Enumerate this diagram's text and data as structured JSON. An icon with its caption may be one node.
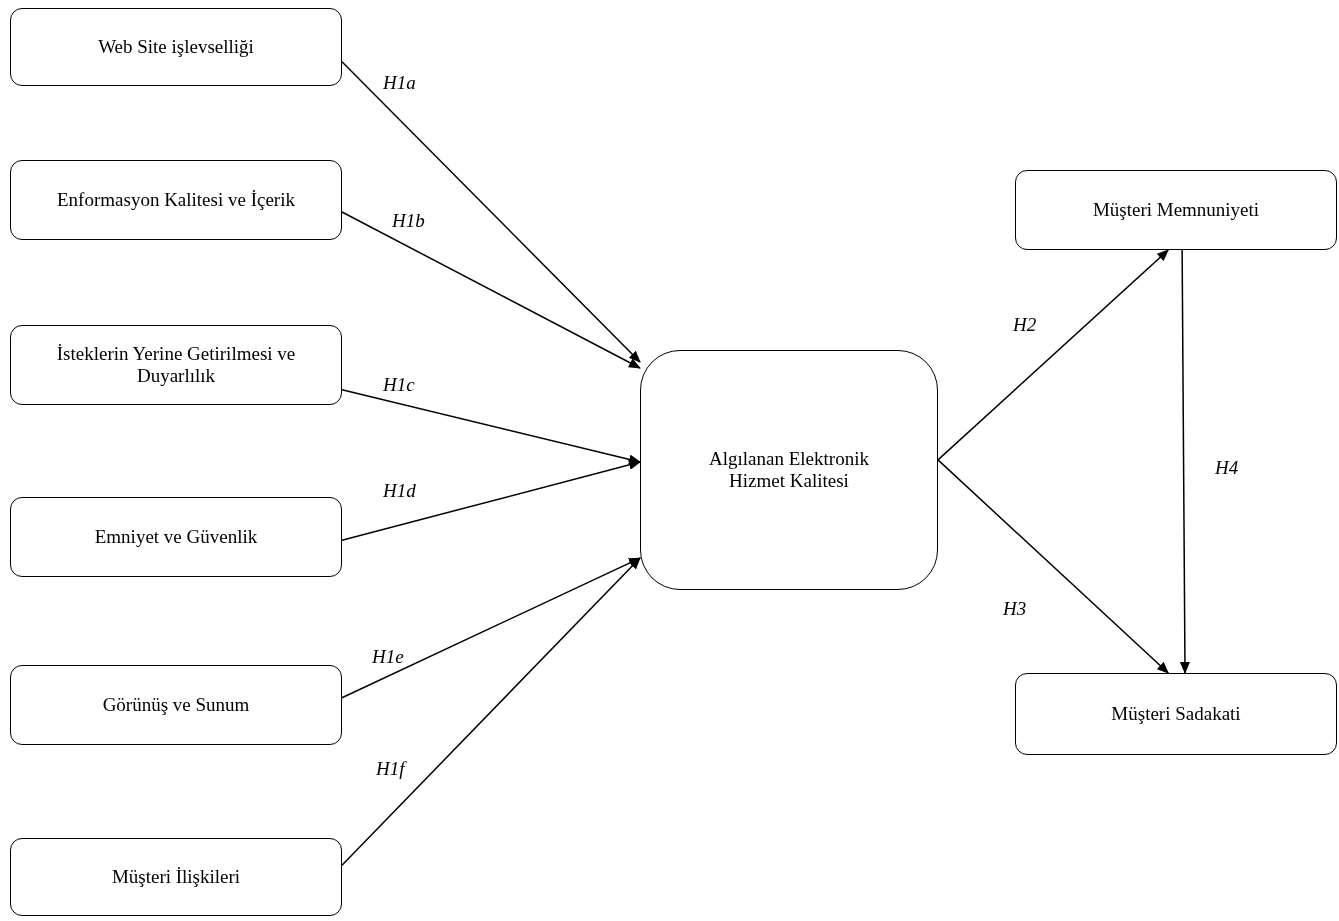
{
  "diagram": {
    "nodes": [
      {
        "text": [
          "Web Site işlevselliği"
        ]
      },
      {
        "text": [
          "Enformasyon Kalitesi ve İçerik"
        ]
      },
      {
        "text": [
          "İsteklerin Yerine Getirilmesi ve Duyarlılık"
        ]
      },
      {
        "text": [
          "Emniyet ve Güvenlik"
        ]
      },
      {
        "text": [
          "Görünüş ve Sunum"
        ]
      },
      {
        "text": [
          "Müşteri İlişkileri"
        ]
      },
      {
        "text": [
          "Algılanan Elektronik Hizmet Kalitesi"
        ]
      },
      {
        "text": [
          "Müşteri Memnuniyeti"
        ]
      },
      {
        "text": [
          "Müşteri Sadakati"
        ]
      }
    ],
    "edges": [
      {
        "from": 0,
        "to": 6,
        "arrow": "to",
        "label": "H1a"
      },
      {
        "from": 1,
        "to": 6,
        "arrow": "to",
        "label": "H1b"
      },
      {
        "from": 2,
        "to": 6,
        "arrow": "to",
        "label": "H1c"
      },
      {
        "from": 3,
        "to": 6,
        "arrow": "to",
        "label": "H1d"
      },
      {
        "from": 4,
        "to": 6,
        "arrow": "to",
        "label": "H1e"
      },
      {
        "from": 5,
        "to": 6,
        "arrow": "to",
        "label": "H1f"
      },
      {
        "from": 6,
        "to": 7,
        "arrow": "to",
        "label": "H2"
      },
      {
        "from": 6,
        "to": 8,
        "arrow": "to",
        "label": "H3"
      },
      {
        "from": 7,
        "to": 8,
        "arrow": "to",
        "label": "H4"
      }
    ]
  }
}
